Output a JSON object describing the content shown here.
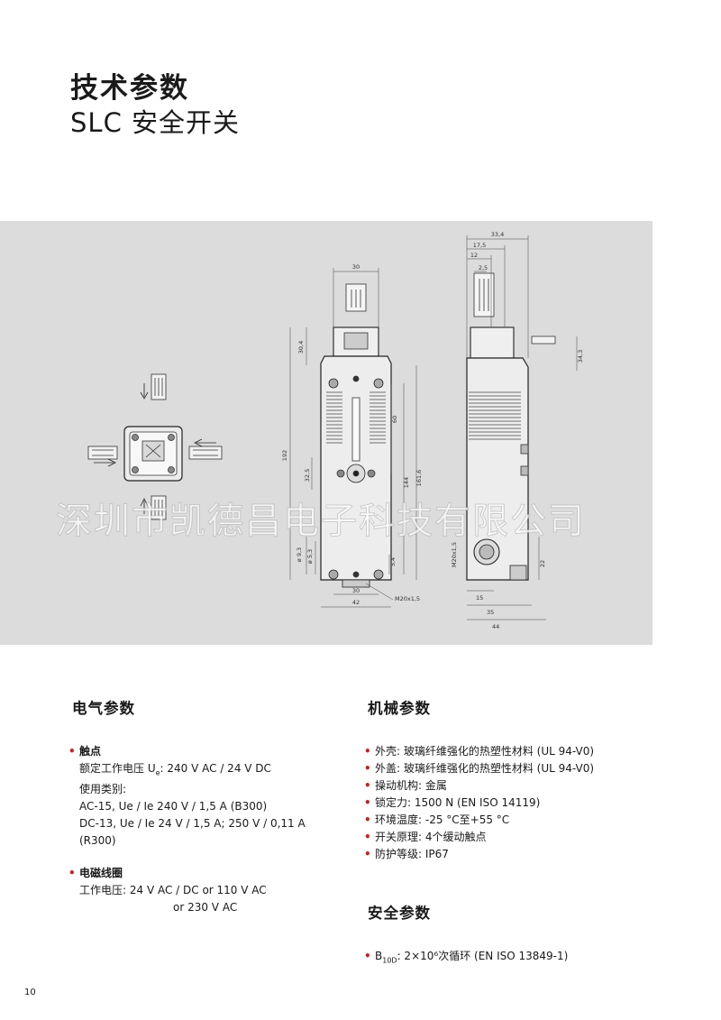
{
  "header": {
    "title": "技术参数",
    "subtitle": "SLC 安全开关"
  },
  "watermark": "深圳市凯德昌电子科技有限公司",
  "drawing": {
    "dims": {
      "d30_top": "30",
      "d30_4": "30,4",
      "d192": "192",
      "d60": "60",
      "d32_5": "32,5",
      "d144": "144",
      "d161_6": "161,6",
      "d9_3": "ø 9,3",
      "d5_3": "ø 5,3",
      "d5_4": "5,4",
      "d30_bot": "30",
      "d42": "42",
      "m20_front": "M20x1,5",
      "d33_4": "33,4",
      "d17_5": "17,5",
      "d12": "12",
      "d2_5": "2,5",
      "d34_3": "34,3",
      "m20_side": "M20x1,5",
      "d22": "22",
      "d15": "15",
      "d35": "35",
      "d44": "44"
    }
  },
  "electrical": {
    "heading": "电气参数",
    "contacts_title": "触点",
    "rated_voltage_pre": "额定工作电压 U",
    "rated_voltage_sub": "e",
    "rated_voltage_post": ": 240 V AC / 24 V DC",
    "usage": "使用类别:",
    "ac15": "AC-15, Ue / Ie 240 V / 1,5 A (B300)",
    "dc13": "DC-13, Ue / Ie 24 V / 1,5 A; 250 V / 0,11 A (R300)",
    "coil_title": "电磁线圈",
    "coil_voltage": "工作电压: 24 V AC / DC or 110 V AC",
    "coil_voltage_alt": "or 230 V AC"
  },
  "mechanical": {
    "heading": "机械参数",
    "items": [
      "外壳: 玻璃纤维强化的热塑性材料 (UL 94-V0)",
      "外盖: 玻璃纤维强化的热塑性材料 (UL 94-V0)",
      "操动机构: 金属",
      "锁定力: 1500 N (EN ISO 14119)",
      "环境温度: -25 °C至+55 °C",
      "开关原理: 4个缓动触点",
      "防护等级: IP67"
    ]
  },
  "safety": {
    "heading": "安全参数",
    "b_pre": "B",
    "b_sub": "10D",
    "b_post": ": 2×10⁶次循环 (EN ISO 13849-1)"
  },
  "page_number": "10"
}
